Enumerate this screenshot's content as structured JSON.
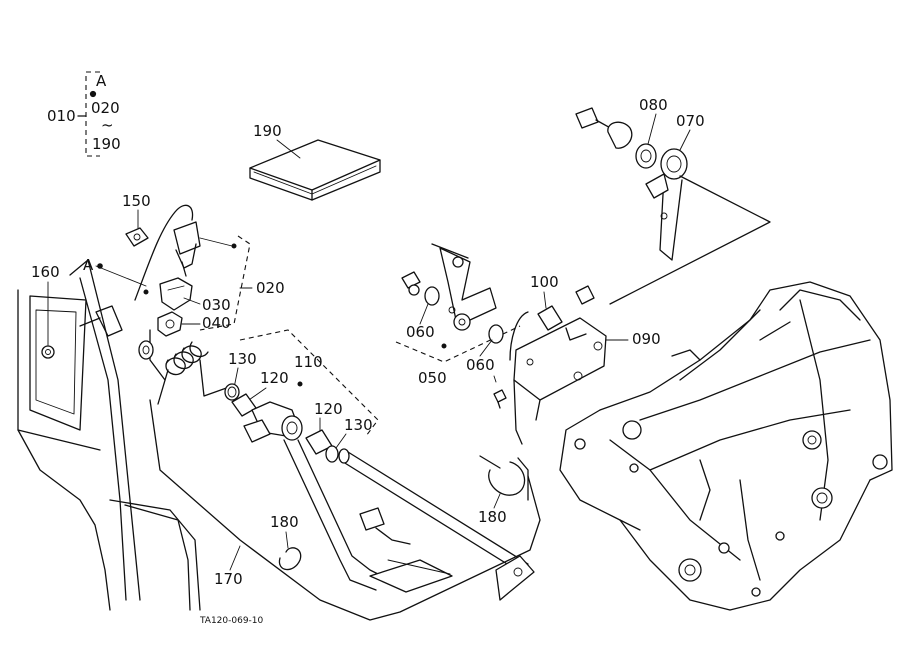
{
  "group": {
    "ref": "010",
    "marker": "A",
    "from": "020",
    "range_mark": "~",
    "to": "190"
  },
  "callouts": {
    "c190": "190",
    "c150": "150",
    "c160": "160",
    "cA": "A",
    "c030": "030",
    "c040": "040",
    "c020": "020",
    "c130a": "130",
    "c110": "110",
    "c120a": "120",
    "c120b": "120",
    "c130b": "130",
    "c180a": "180",
    "c170": "170",
    "c060a": "060",
    "c050": "050",
    "c060b": "060",
    "c100": "100",
    "c090": "090",
    "c180b": "180",
    "c080": "080",
    "c070": "070"
  },
  "figure_code": "TA120-069-10"
}
